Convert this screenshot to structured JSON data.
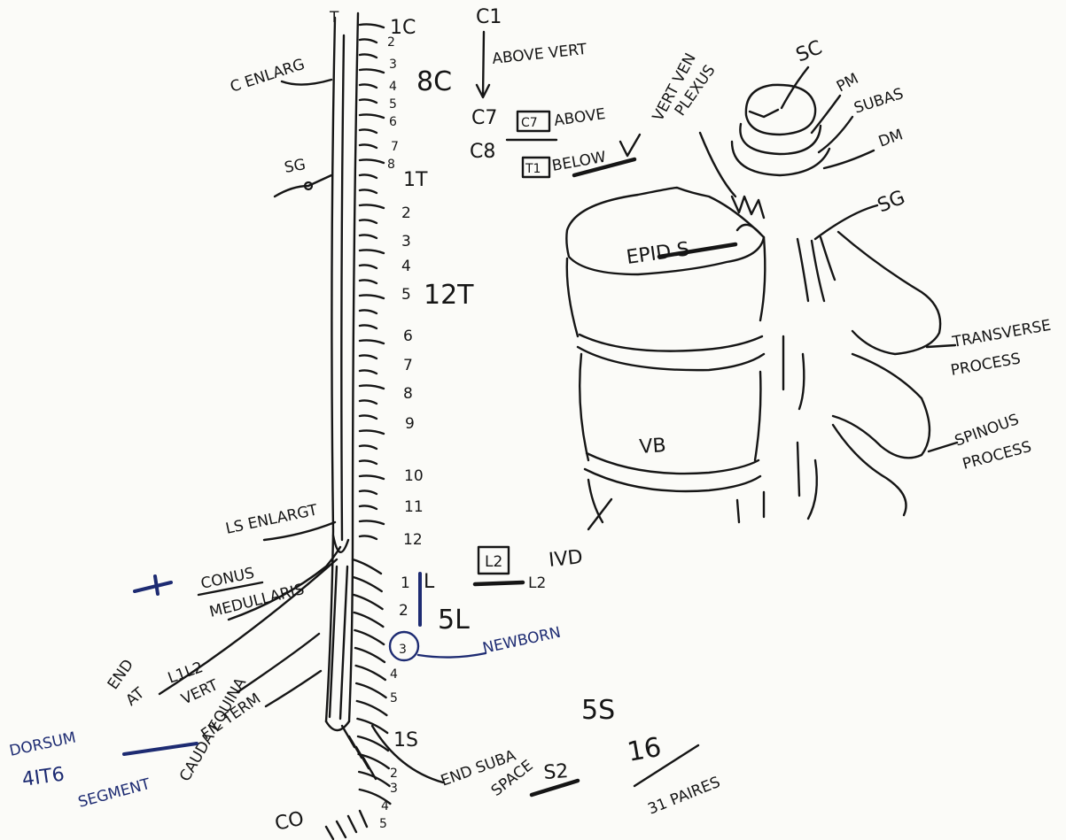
{
  "colors": {
    "ink_black": "#151515",
    "ink_blue": "#1d2b72",
    "paper": "#fbfbf8"
  },
  "left": {
    "c_enlarg": "C ENLARG",
    "c_enlarg_mark": "T",
    "sg": "SG",
    "ls_enlarg": "LS ENLARGT",
    "conus": "CONUS",
    "medullaris": "MEDULLARIS",
    "end": "END",
    "at": "AT",
    "l1l2": "L1L2",
    "vert": "VERT",
    "fil_term": "FIL TERM",
    "cauda_equina": "CAUDA EQUINA",
    "dorsum": "DORSUM",
    "dorsum_num": "4IT6",
    "segment": "SEGMENT",
    "co": "CO"
  },
  "vertebrae": {
    "cervical": [
      "1C",
      "2",
      "3",
      "4",
      "5",
      "6",
      "7",
      "8"
    ],
    "thoracic": [
      "1T",
      "2",
      "3",
      "4",
      "5",
      "6",
      "7",
      "8",
      "9",
      "10",
      "11",
      "12"
    ],
    "lumbar": [
      "1",
      "2",
      "3",
      "4",
      "5"
    ],
    "lumbar_mark": "L",
    "sacral": [
      "1S",
      "2",
      "3",
      "4",
      "5"
    ],
    "group_cervical": "8C",
    "group_thoracic": "12T",
    "group_lumbar": "5L",
    "group_sacral": "5S",
    "nerve_total_a": "16",
    "nerve_total_b": "31 PAIRES"
  },
  "notes": {
    "c1": "C1",
    "above_vert": "ABOVE VERT",
    "c7": "C7",
    "c7_box": "C7",
    "above": "ABOVE",
    "c8": "C8",
    "t1_box": "T1",
    "below": "BELOW",
    "l2_box": "L2",
    "l2": "L2",
    "ivd": "IVD",
    "newborn": "NEWBORN",
    "end_suba": "END SUBA",
    "space": "SPACE",
    "s2": "S2"
  },
  "cross_section": {
    "vert_ven": "VERT VEN",
    "plexus": "PLEXUS",
    "sc": "SC",
    "pm": "PM",
    "subas": "SUBAS",
    "dm": "DM",
    "sg": "SG",
    "epid_s": "EPID S",
    "transverse": "TRANSVERSE",
    "process_a": "PROCESS",
    "spinous": "SPINOUS",
    "process_b": "PROCESS",
    "vb": "VB"
  }
}
